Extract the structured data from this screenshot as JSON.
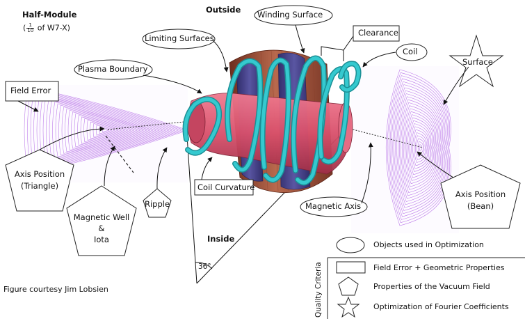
{
  "title": {
    "main": "Half-Module",
    "paren_open": "(",
    "frac_num": "1",
    "frac_den": "10",
    "paren_rest": " of W7-X)"
  },
  "outside": "Outside",
  "inside": "Inside",
  "angle": "36°",
  "credit": "Figure courtesy Jim Lobsien",
  "labels": {
    "winding_surface": "Winding Surface",
    "limiting_surfaces": "Limiting Surfaces",
    "clearance": "Clearance",
    "coil": "Coil",
    "surface": "Surface",
    "plasma_boundary": "Plasma Boundary",
    "field_error": "Field Error",
    "axis_position_triangle_1": "Axis Position",
    "axis_position_triangle_2": "(Triangle)",
    "magnetic_well_1": "Magnetic Well",
    "magnetic_well_2": "&",
    "magnetic_well_3": "Iota",
    "ripple": "Ripple",
    "coil_curvature": "Coil Curvature",
    "magnetic_axis": "Magnetic Axis",
    "axis_position_bean_1": "Axis Position",
    "axis_position_bean_2": "(Bean)"
  },
  "legend": {
    "title": "Quality Criteria",
    "items": [
      {
        "shape": "ellipse",
        "label": "Objects used in Optimization"
      },
      {
        "shape": "rectangle",
        "label": "Field Error + Geometric Properties"
      },
      {
        "shape": "pentagon",
        "label": "Properties of the Vacuum Field"
      },
      {
        "shape": "star",
        "label": "Optimization of Fourier Coefficients"
      }
    ]
  },
  "colors": {
    "poincare": "#b266e6",
    "coil": "#35c9cf",
    "coil_dark": "#1b8f95",
    "plasma": "#d9506b",
    "limiting": "#a5553c",
    "winding": "#3f3f8c",
    "outline": "#222222"
  }
}
